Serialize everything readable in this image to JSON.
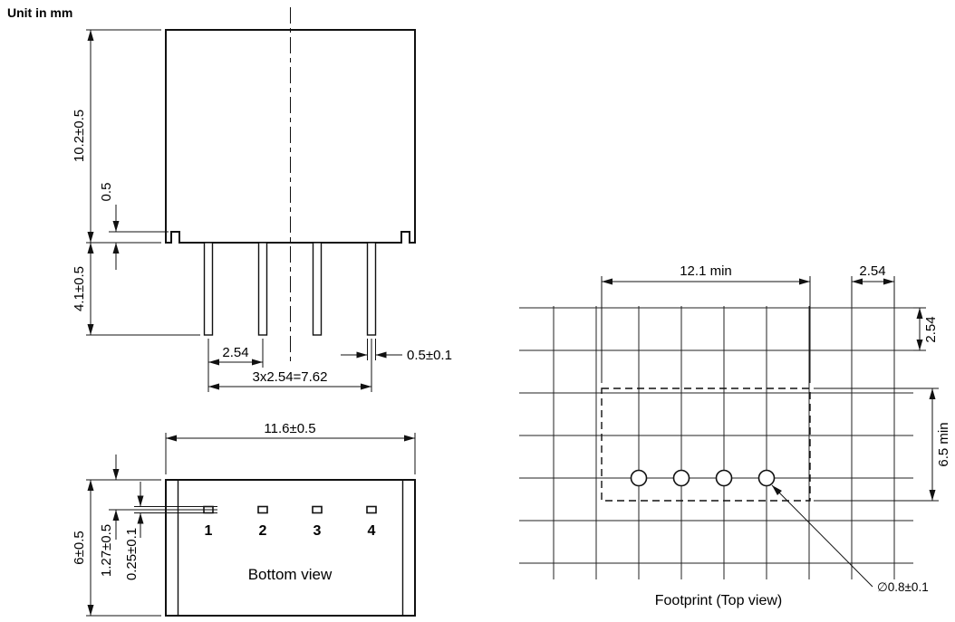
{
  "unit_label": "Unit in mm",
  "front_view": {
    "dim_body_height": "10.2±0.5",
    "dim_standoff": "0.5",
    "dim_pin_length": "4.1±0.5",
    "dim_pin_pitch": "2.54",
    "dim_pin_span": "3x2.54=7.62",
    "dim_pin_width": "0.5±0.1"
  },
  "bottom_view": {
    "dim_body_width": "11.6±0.5",
    "dim_body_depth": "6±0.5",
    "dim_pin_offset": "1.27±0.5",
    "dim_pin_thickness": "0.25±0.1",
    "pin_labels": [
      "1",
      "2",
      "3",
      "4"
    ],
    "caption": "Bottom view"
  },
  "footprint": {
    "dim_width_min": "12.1 min",
    "dim_grid_pitch_h": "2.54",
    "dim_grid_pitch_v": "2.54",
    "dim_depth_min": "6.5 min",
    "dim_hole": "∅0.8±0.1",
    "caption": "Footprint (Top view)"
  }
}
